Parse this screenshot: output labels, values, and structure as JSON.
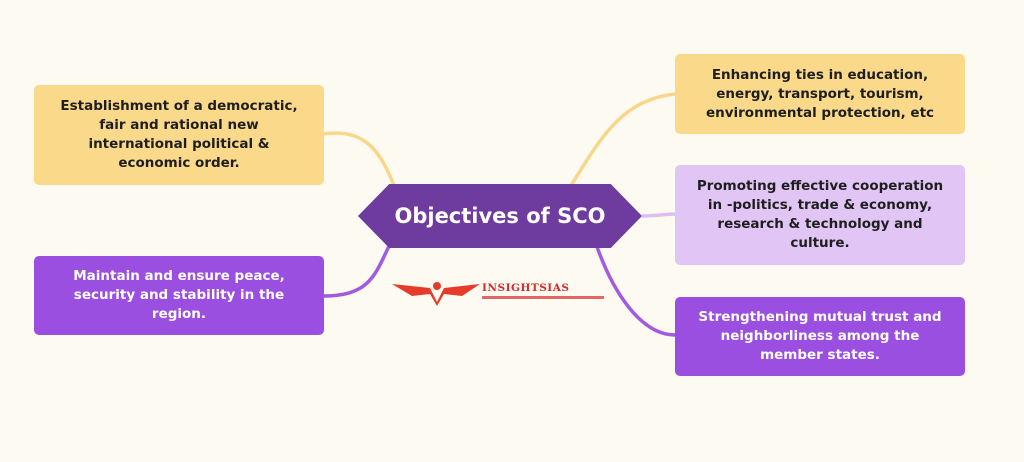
{
  "diagram": {
    "center": {
      "title": "Objectives of SCO"
    },
    "left_nodes": [
      {
        "lines": [
          "Establishment of a democratic,",
          "fair and rational new",
          "international political &",
          "economic order."
        ]
      },
      {
        "lines": [
          "Maintain and ensure peace,",
          "security and stability in the",
          "region."
        ]
      }
    ],
    "right_nodes": [
      {
        "lines": [
          "Enhancing ties in education,",
          "energy, transport, tourism,",
          "environmental protection, etc"
        ]
      },
      {
        "lines": [
          "Promoting effective cooperation",
          "in -politics, trade & economy,",
          "research & technology and",
          "culture."
        ]
      },
      {
        "lines": [
          "Strengthening mutual trust and",
          "neighborliness among the",
          "member states."
        ]
      }
    ],
    "watermark": {
      "text": "INSIGHTSIAS"
    }
  },
  "colors": {
    "background": "#fdfaf1",
    "center": "#6e3b9e",
    "yellow": "#fbd98a",
    "lavender": "#e1c6f5",
    "purple": "#9b4fe0",
    "connector_yellow": "#f8d68a",
    "connector_lavender": "#dcbef3",
    "connector_purple": "#a25be0",
    "logo_red": "#d42a2a"
  }
}
